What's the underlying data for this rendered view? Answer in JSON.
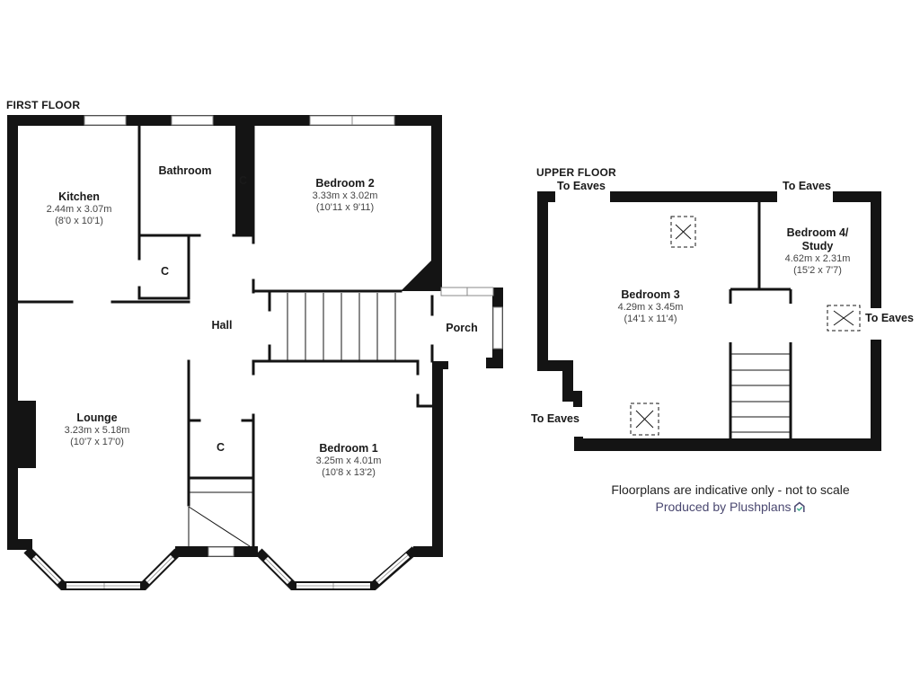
{
  "floors": {
    "first": {
      "title": "FIRST FLOOR",
      "rooms": [
        {
          "name": "Kitchen",
          "metric": "2.44m x 3.07m",
          "imperial": "(8'0 x 10'1)"
        },
        {
          "name": "Bathroom"
        },
        {
          "name": "Bedroom 2",
          "metric": "3.33m x 3.02m",
          "imperial": "(10'11 x 9'11)"
        },
        {
          "name": "Hall"
        },
        {
          "name": "Porch"
        },
        {
          "name": "Lounge",
          "metric": "3.23m x 5.18m",
          "imperial": "(10'7 x 17'0)"
        },
        {
          "name": "Bedroom 1",
          "metric": "3.25m x 4.01m",
          "imperial": "(10'8 x 13'2)"
        }
      ],
      "cupboards": [
        "C",
        "C",
        "C"
      ]
    },
    "upper": {
      "title": "UPPER FLOOR",
      "rooms": [
        {
          "name": "Bedroom 3",
          "metric": "4.29m x 3.45m",
          "imperial": "(14'1 x 11'4)"
        },
        {
          "name": "Bedroom 4/",
          "name2": "Study",
          "metric": "4.62m x 2.31m",
          "imperial": "(15'2 x 7'7)"
        }
      ],
      "eaves_labels": [
        "To Eaves",
        "To Eaves",
        "To Eaves",
        "To Eaves"
      ]
    }
  },
  "footer": {
    "disclaimer": "Floorplans are indicative only - not to scale",
    "credit": "Produced by Plushplans",
    "credit_color": "#4a4870",
    "logo_icon": "house-check-icon",
    "logo_color": "#3aa88a"
  },
  "colors": {
    "wall": "#141414",
    "window_frame": "#888888",
    "background": "#ffffff"
  }
}
